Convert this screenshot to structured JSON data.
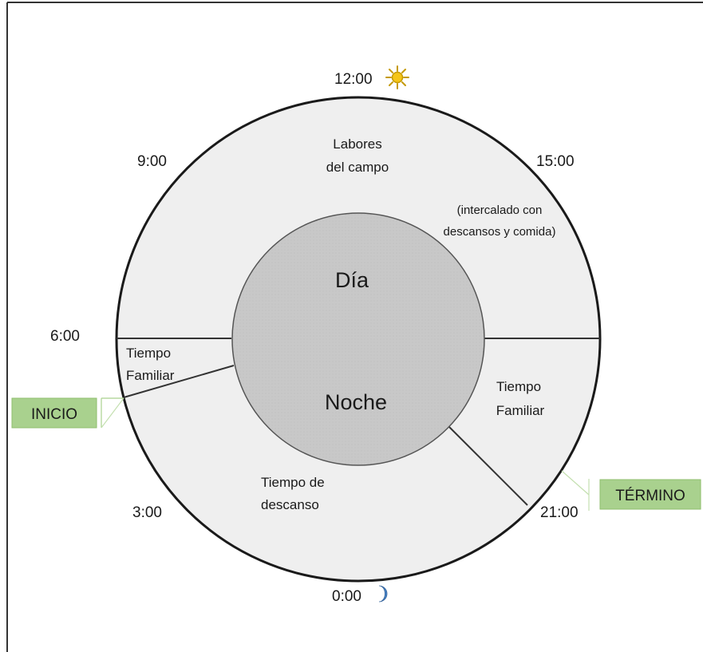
{
  "diagram": {
    "times": {
      "t12": "12:00",
      "t15": "15:00",
      "t9": "9:00",
      "t6": "6:00",
      "t3": "3:00",
      "t21": "21:00",
      "t0": "0:00"
    },
    "regions": {
      "labores_line1": "Labores",
      "labores_line2": "del campo",
      "intercalado_line1": "(intercalado con",
      "intercalado_line2": "descansos y comida)",
      "familiar_left_line1": "Tiempo",
      "familiar_left_line2": "Familiar",
      "familiar_right_line1": "Tiempo",
      "familiar_right_line2": "Familiar",
      "descanso_line1": "Tiempo de",
      "descanso_line2": "descanso"
    },
    "center": {
      "day": "Día",
      "night": "Noche"
    },
    "markers": {
      "start": "INICIO",
      "end": "TÉRMINO"
    },
    "icons": {
      "noon": "sun-icon",
      "midnight": "moon-icon"
    },
    "colors": {
      "outer_fill": "#efefef",
      "inner_fill": "#c9c9c9",
      "tag_fill": "#a9d18e",
      "sun": "#f5c518",
      "moon": "#4a86c8"
    }
  }
}
